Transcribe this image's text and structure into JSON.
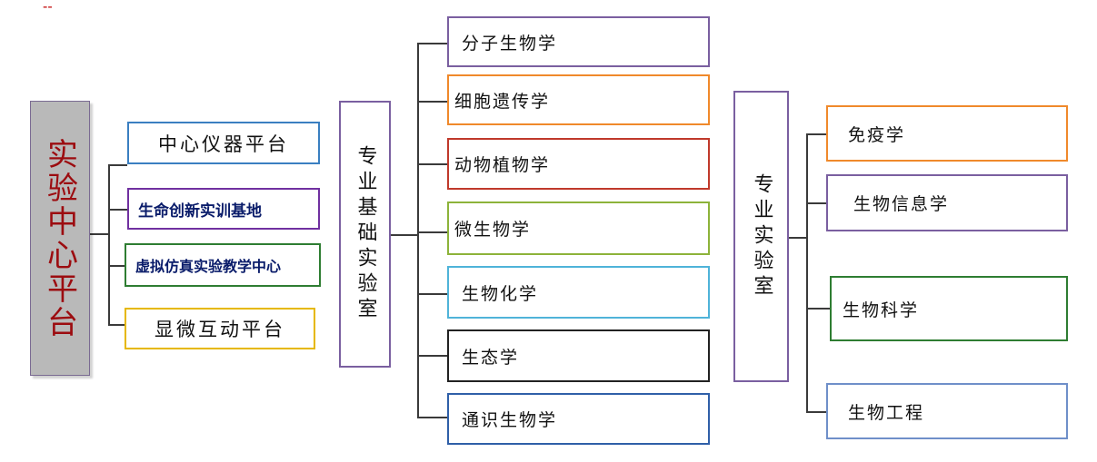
{
  "marker": "--",
  "center": {
    "title": "实验中心平台"
  },
  "platforms": [
    {
      "label": "中心仪器平台",
      "color": "#3a7fc1"
    },
    {
      "label": "生命创新实训基地",
      "color": "#7030a0"
    },
    {
      "label": "虚拟仿真实验教学中心",
      "color": "#2e7d32"
    },
    {
      "label": "显微互动平台",
      "color": "#e6b800"
    }
  ],
  "basic_lab": {
    "title": "专业基础实验室",
    "courses": [
      {
        "label": "分子生物学",
        "color": "#7a5fa0"
      },
      {
        "label": "细胞遗传学",
        "color": "#f0892b"
      },
      {
        "label": "动物植物学",
        "color": "#c0392b"
      },
      {
        "label": "微生物学",
        "color": "#8db33a"
      },
      {
        "label": "生物化学",
        "color": "#4fb3d9"
      },
      {
        "label": "生态学",
        "color": "#222222"
      },
      {
        "label": "通识生物学",
        "color": "#2f5fa8"
      }
    ]
  },
  "professional_lab": {
    "title": "专业实验室",
    "courses": [
      {
        "label": "免疫学",
        "color": "#f0892b"
      },
      {
        "label": "生物信息学",
        "color": "#7a5fa0"
      },
      {
        "label": "生物科学",
        "color": "#2e7d32"
      },
      {
        "label": "生物工程",
        "color": "#6f8fc9"
      }
    ]
  }
}
